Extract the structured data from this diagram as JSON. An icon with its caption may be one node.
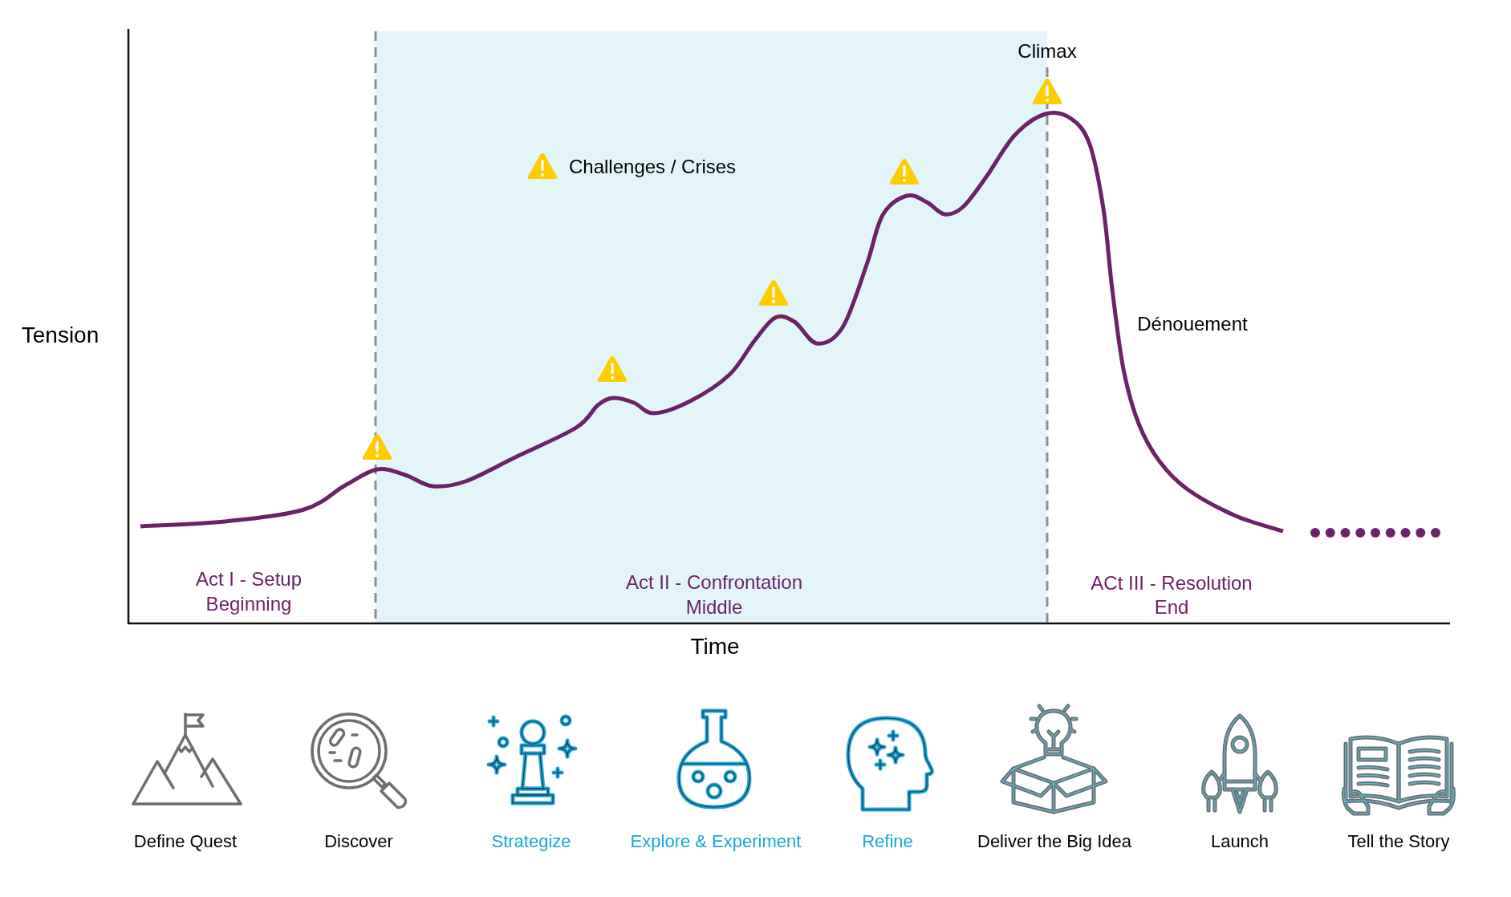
{
  "diagram": {
    "labels": [
      "Climax",
      "Tension",
      "Dénouement",
      "Act I - Setup",
      "Beginning",
      "Act II - Confrontation",
      "Middle",
      "ACt III - Resolution",
      "End",
      "Time",
      "Define Quest",
      "Discover",
      "Strategize",
      "Explore & Experiment",
      "Refine",
      "Deliver the Big Idea",
      "Launch",
      "Tell the Story"
    ],
    "legend": [
      {
        "text": "Challenges / Crises"
      }
    ]
  }
}
